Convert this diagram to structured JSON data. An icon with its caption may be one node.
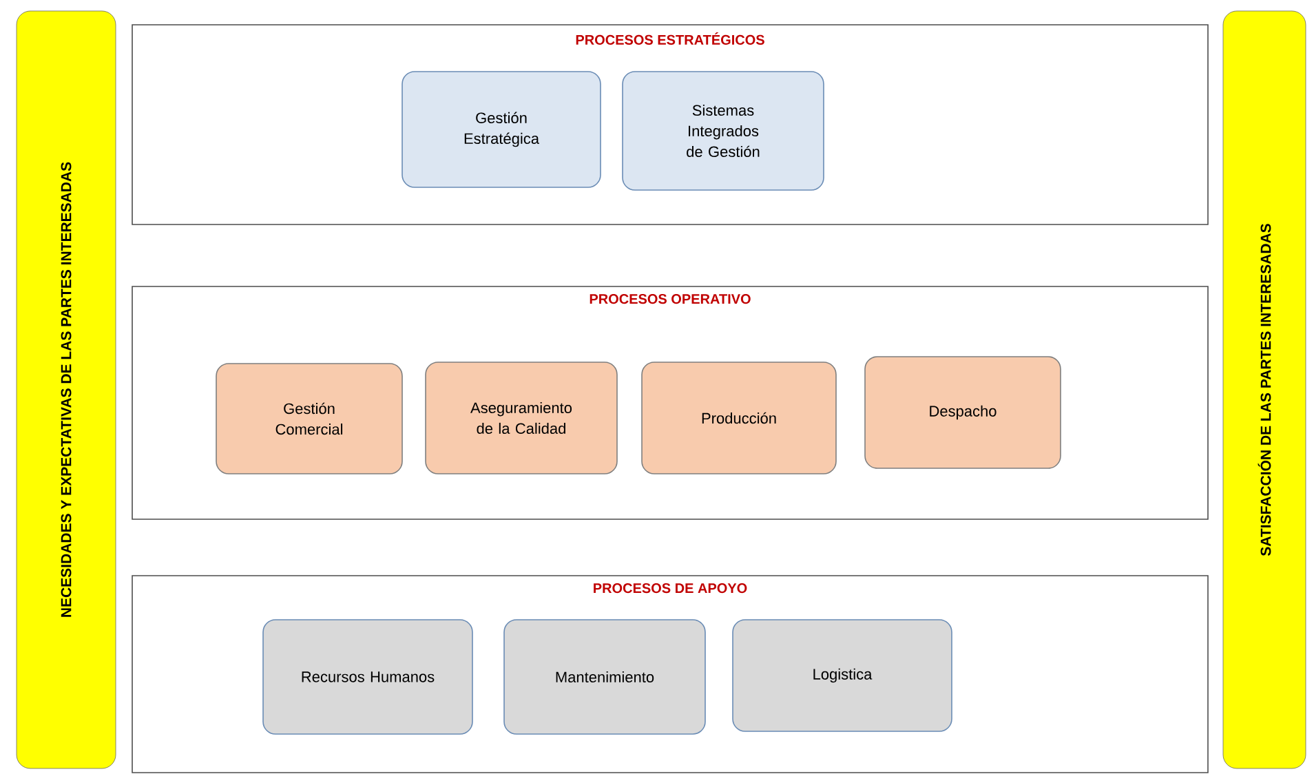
{
  "diagram": {
    "nodes": [
      {
        "text": [
          "NECESIDADES Y EXPECTATIVAS DE LAS PARTES INTERESADAS"
        ]
      },
      {
        "text": [
          "PROCESOS ESTRATÉGICOS"
        ]
      },
      {
        "text": [
          "Gestión Estratégica"
        ],
        "in": 1
      },
      {
        "text": [
          "Sistemas Integrados de Gestión"
        ],
        "in": 1
      },
      {
        "text": [
          "PROCESOS OPERATIVO"
        ]
      },
      {
        "text": [
          "Gestión Comercial"
        ],
        "in": 4
      },
      {
        "text": [
          "Aseguramiento de la Calidad"
        ],
        "in": 4
      },
      {
        "text": [
          "Producción"
        ],
        "in": 4
      },
      {
        "text": [
          "Despacho"
        ],
        "in": 4
      },
      {
        "text": [
          "PROCESOS DE APOYO"
        ]
      },
      {
        "text": [
          "Recursos Humanos"
        ],
        "in": 9
      },
      {
        "text": [
          "Mantenimiento"
        ],
        "in": 9
      },
      {
        "text": [
          "Logistica"
        ],
        "in": 9
      },
      {
        "text": [
          "SATISFACCIÓN DE LAS PARTES INTERESADAS"
        ]
      }
    ]
  }
}
